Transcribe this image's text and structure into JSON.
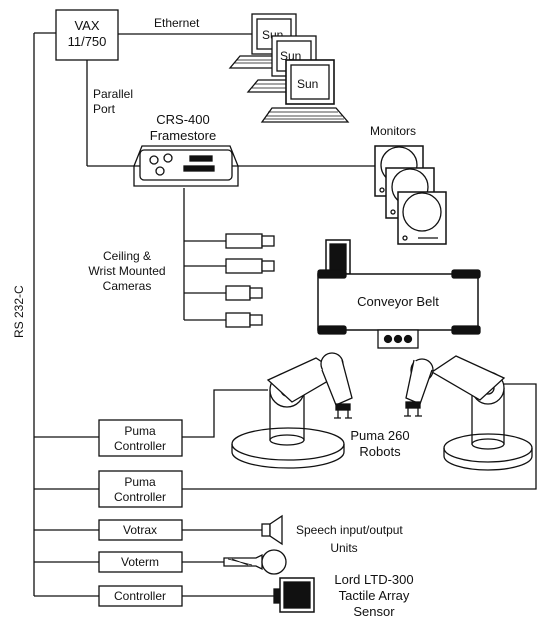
{
  "labels": {
    "vax_line1": "VAX",
    "vax_line2": "11/750",
    "ethernet": "Ethernet",
    "sun1": "Sun",
    "sun2": "Sun",
    "sun3": "Sun",
    "parallel1": "Parallel",
    "parallel2": "Port",
    "crs1": "CRS-400",
    "crs2": "Framestore",
    "monitors": "Monitors",
    "cam1": "Ceiling &",
    "cam2": "Wrist Mounted",
    "cam3": "Cameras",
    "conveyor": "Conveyor Belt",
    "puma_ctrl1_a": "Puma",
    "puma_ctrl1_b": "Controller",
    "puma_ctrl2_a": "Puma",
    "puma_ctrl2_b": "Controller",
    "robots1": "Puma 260",
    "robots2": "Robots",
    "votrax": "Votrax",
    "speech1": "Speech input/output",
    "speech2": "Units",
    "voterm": "Voterm",
    "controller": "Controller",
    "tactile1": "Lord LTD-300",
    "tactile2": "Tactile Array",
    "tactile3": "Sensor",
    "rs232": "RS 232-C"
  },
  "colors": {
    "ink": "#111111",
    "paper": "#ffffff",
    "shade": "#d8d8d8"
  }
}
